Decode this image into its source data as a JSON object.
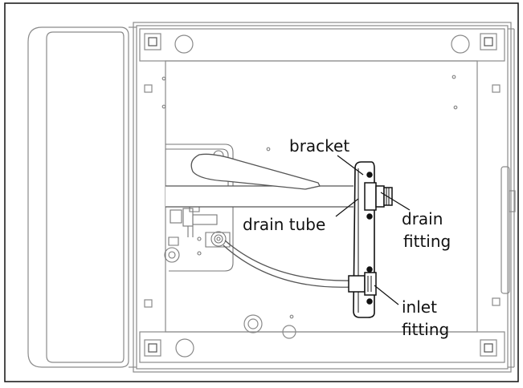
{
  "diagram": {
    "labels": {
      "bracket": "bracket",
      "drain_tube": "drain tube",
      "drain_fitting_line1": "drain",
      "drain_fitting_line2": "fitting",
      "inlet_fitting_line1": "inlet",
      "inlet_fitting_line2": "fitting"
    },
    "colors": {
      "frame": "#111111",
      "panel_line": "#8a8a8a",
      "detail_line": "#555555",
      "background": "#ffffff",
      "shade": "#f2f2f2"
    }
  }
}
